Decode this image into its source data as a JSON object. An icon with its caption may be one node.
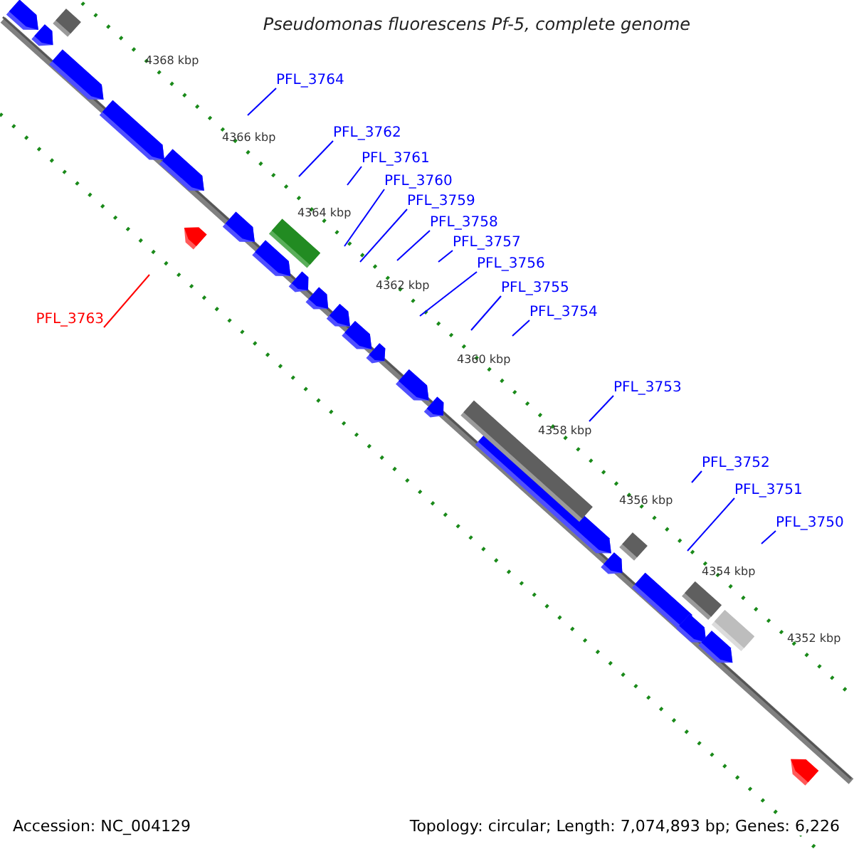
{
  "diagram": {
    "title": "Pseudomonas fluorescens Pf-5, complete genome",
    "nodes": [
      {
        "text": [
          "PFL_3764"
        ]
      },
      {
        "text": [
          "PFL_3762"
        ]
      },
      {
        "text": [
          "PFL_3761"
        ]
      },
      {
        "text": [
          "PFL_3760"
        ]
      },
      {
        "text": [
          "PFL_3759"
        ]
      },
      {
        "text": [
          "PFL_3758"
        ]
      },
      {
        "text": [
          "PFL_3757"
        ]
      },
      {
        "text": [
          "PFL_3756"
        ]
      },
      {
        "text": [
          "PFL_3755"
        ]
      },
      {
        "text": [
          "PFL_3763"
        ]
      },
      {
        "text": [
          "PFL_3754"
        ]
      },
      {
        "text": [
          "PFL_3753"
        ]
      },
      {
        "text": [
          "PFL_3752"
        ]
      },
      {
        "text": [
          "PFL_3751"
        ]
      },
      {
        "text": [
          "PFL_3750"
        ]
      }
    ],
    "edges": [
      {
        "from": 0,
        "to": null,
        "arrow": "none"
      },
      {
        "from": 1,
        "to": null,
        "arrow": "none"
      },
      {
        "from": 2,
        "to": null,
        "arrow": "none"
      },
      {
        "from": 3,
        "to": null,
        "arrow": "none"
      },
      {
        "from": 4,
        "to": null,
        "arrow": "none"
      },
      {
        "from": 5,
        "to": null,
        "arrow": "none"
      },
      {
        "from": 6,
        "to": null,
        "arrow": "none"
      },
      {
        "from": 7,
        "to": null,
        "arrow": "none"
      },
      {
        "from": 8,
        "to": null,
        "arrow": "none"
      },
      {
        "from": 9,
        "to": null,
        "arrow": "none",
        "color": "#ff0000"
      },
      {
        "from": 10,
        "to": null,
        "arrow": "none"
      },
      {
        "from": 11,
        "to": null,
        "arrow": "none"
      },
      {
        "from": 12,
        "to": null,
        "arrow": "none"
      },
      {
        "from": 13,
        "to": null,
        "arrow": "none"
      },
      {
        "from": 14,
        "to": null,
        "arrow": "none"
      }
    ],
    "labels": [
      "4368 kbp",
      "4366 kbp",
      "4364 kbp",
      "4362 kbp",
      "4360 kbp",
      "4358 kbp",
      "4356 kbp",
      "4354 kbp",
      "4352 kbp",
      "Accession: NC_004129",
      "Topology: circular; Length: 7,074,893 bp; Genes: 6,226"
    ]
  }
}
